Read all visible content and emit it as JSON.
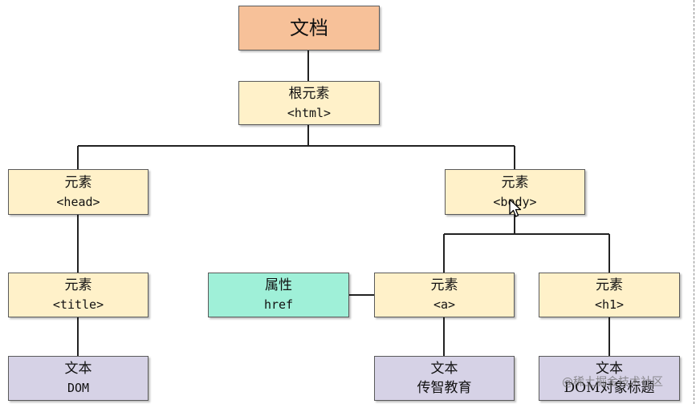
{
  "nodes": {
    "document": {
      "line1": "文档"
    },
    "root": {
      "line1": "根元素",
      "line2": "<html>"
    },
    "head": {
      "line1": "元素",
      "line2": "<head>"
    },
    "body": {
      "line1": "元素",
      "line2": "<body>"
    },
    "title": {
      "line1": "元素",
      "line2": "<title>"
    },
    "attr_href": {
      "line1": "属性",
      "line2": "href"
    },
    "a": {
      "line1": "元素",
      "line2": "<a>"
    },
    "h1": {
      "line1": "元素",
      "line2": "<h1>"
    },
    "text_dom": {
      "line1": "文本",
      "line2": "DOM"
    },
    "text_a": {
      "line1": "文本",
      "line2": "传智教育"
    },
    "text_h1": {
      "line1": "文本",
      "line2": "DOM对象标题"
    }
  },
  "colors": {
    "document": "#f7c199",
    "element": "#fff1c9",
    "attribute": "#9ff0d8",
    "text": "#d6d2e6"
  },
  "watermark": "@稀土掘金技术社区"
}
